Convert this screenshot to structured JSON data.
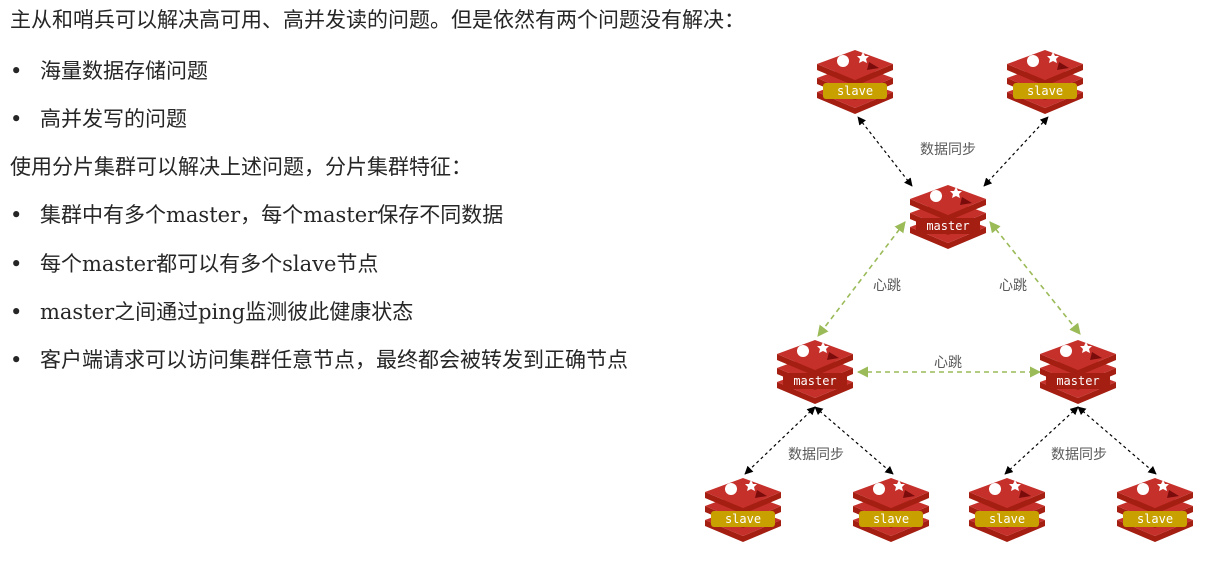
{
  "intro": "主从和哨兵可以解决高可用、高并发读的问题。但是依然有两个问题没有解决：",
  "problems": [
    "海量数据存储问题",
    "高并发写的问题"
  ],
  "solution": "使用分片集群可以解决上述问题，分片集群特征：",
  "features": [
    "集群中有多个master，每个master保存不同数据",
    "每个master都可以有多个slave节点",
    "master之间通过ping监测彼此健康状态",
    "客户端请求可以访问集群任意节点，最终都会被转发到正确节点"
  ],
  "bullet_glyph": "•",
  "colors": {
    "redis_red": "#c6302b",
    "redis_dark": "#a41e11",
    "label_gold": "#c8a000",
    "heartbeat_green": "#9bbb59",
    "sync_black": "#000000"
  },
  "diagram": {
    "nodes": [
      {
        "label": "slave"
      },
      {
        "label": "slave"
      },
      {
        "label": "master"
      },
      {
        "label": "master"
      },
      {
        "label": "master"
      },
      {
        "label": "slave"
      },
      {
        "label": "slave"
      },
      {
        "label": "slave"
      },
      {
        "label": "slave"
      }
    ],
    "edges": [
      {
        "from": 2,
        "to": 0,
        "style": "sync"
      },
      {
        "from": 2,
        "to": 1,
        "style": "sync"
      },
      {
        "from": 2,
        "to": 3,
        "style": "heartbeat"
      },
      {
        "from": 2,
        "to": 4,
        "style": "heartbeat"
      },
      {
        "from": 3,
        "to": 4,
        "style": "heartbeat"
      },
      {
        "from": 3,
        "to": 5,
        "style": "sync"
      },
      {
        "from": 3,
        "to": 6,
        "style": "sync"
      },
      {
        "from": 4,
        "to": 7,
        "style": "sync"
      },
      {
        "from": 4,
        "to": 8,
        "style": "sync"
      }
    ],
    "edge_labels": [
      "数据同步",
      "心跳",
      "心跳",
      "心跳",
      "数据同步",
      "数据同步"
    ]
  }
}
